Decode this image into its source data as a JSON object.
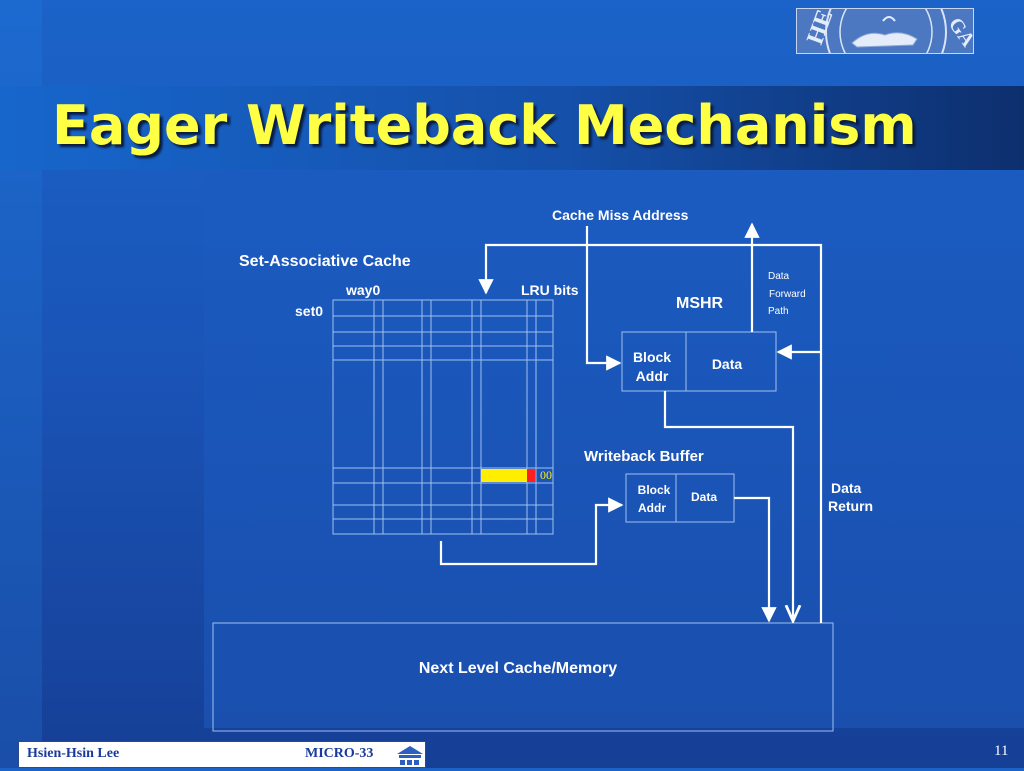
{
  "slide": {
    "title": "Eager Writeback Mechanism",
    "page_number": "11"
  },
  "footer": {
    "author": "Hsien-Hsin Lee",
    "conference": "MICRO-33"
  },
  "diagram": {
    "cache_miss_address": "Cache Miss Address",
    "set_assoc_cache": "Set-Associative Cache",
    "way0": "way0",
    "lru_bits": "LRU bits",
    "set0": "set0",
    "lru_value": "00",
    "mshr": "MSHR",
    "data_forward_path": [
      "Data",
      "Forward",
      "Path"
    ],
    "mshr_block": "Block",
    "mshr_addr": "Addr",
    "mshr_data": "Data",
    "writeback_buffer": "Writeback Buffer",
    "wb_block": "Block",
    "wb_addr": "Addr",
    "wb_data": "Data",
    "data_return": [
      "Data",
      "Return"
    ],
    "next_level": "Next Level Cache/Memory"
  },
  "colors": {
    "title": "#ffff44",
    "dirty_block": "#ffee00",
    "lru_marker": "#ff2020",
    "lru_text": "#ffee00"
  }
}
